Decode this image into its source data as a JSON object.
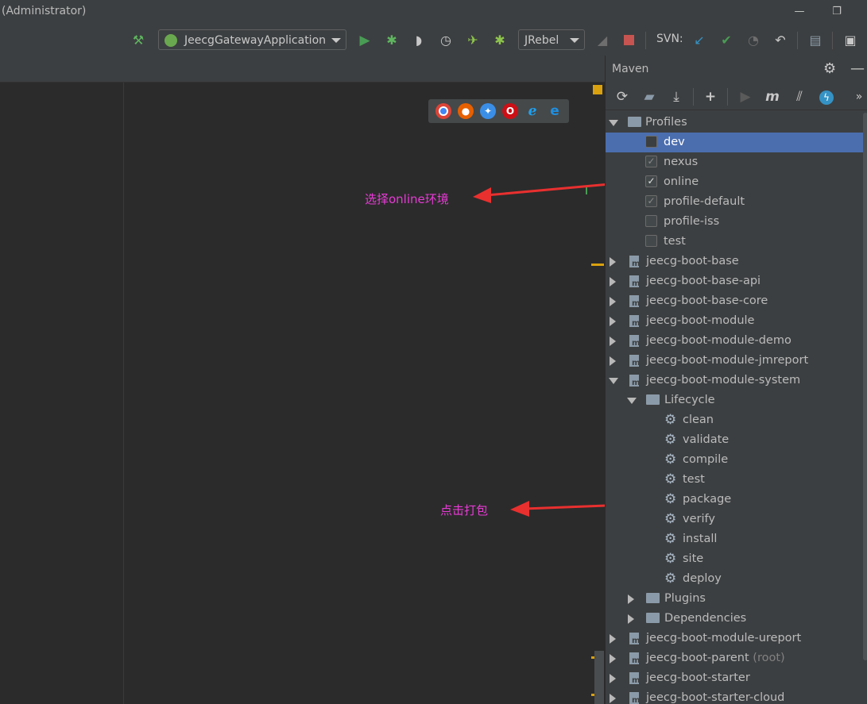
{
  "window": {
    "title": "(Administrator)",
    "minimize": "—",
    "restore": "❐"
  },
  "toolbar": {
    "run_config": "JeecgGatewayApplication",
    "jrebel": "JRebel",
    "svn_label": "SVN:"
  },
  "annotations": {
    "select_profile": "选择online环境",
    "click_package": "点击打包"
  },
  "maven": {
    "title": "Maven",
    "profiles_label": "Profiles",
    "profiles": [
      {
        "name": "dev",
        "checked": false,
        "selected": true
      },
      {
        "name": "nexus",
        "checked": true,
        "dim": true
      },
      {
        "name": "online",
        "checked": true,
        "dim": false
      },
      {
        "name": "profile-default",
        "checked": true,
        "dim": true
      },
      {
        "name": "profile-iss",
        "checked": false
      },
      {
        "name": "test",
        "checked": false
      }
    ],
    "modules_before": [
      "jeecg-boot-base",
      "jeecg-boot-base-api",
      "jeecg-boot-base-core",
      "jeecg-boot-module",
      "jeecg-boot-module-demo",
      "jeecg-boot-module-jmreport"
    ],
    "expanded_module": "jeecg-boot-module-system",
    "lifecycle_label": "Lifecycle",
    "lifecycle": [
      "clean",
      "validate",
      "compile",
      "test",
      "package",
      "verify",
      "install",
      "site",
      "deploy"
    ],
    "plugins_label": "Plugins",
    "dependencies_label": "Dependencies",
    "modules_after": [
      {
        "name": "jeecg-boot-module-ureport",
        "suffix": ""
      },
      {
        "name": "jeecg-boot-parent",
        "suffix": "(root)"
      },
      {
        "name": "jeecg-boot-starter",
        "suffix": ""
      },
      {
        "name": "jeecg-boot-starter-cloud",
        "suffix": ""
      }
    ]
  },
  "colors": {
    "accent_selected": "#4b6eaf",
    "annotation": "#e83bd6",
    "arrow": "#e8302f",
    "run_green": "#499c54"
  }
}
